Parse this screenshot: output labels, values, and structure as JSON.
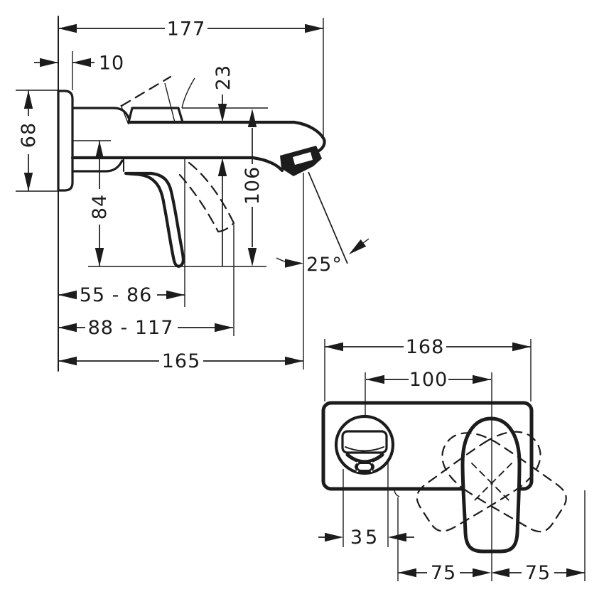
{
  "meta": {
    "ink": "#1c1c1c",
    "background": "#ffffff"
  },
  "side_view": {
    "dims": {
      "total_width": "177",
      "plate_thickness": "10",
      "spout_body_height": "23",
      "plate_height": "68",
      "handle_below_axis": "84",
      "outlet_drop": "106",
      "projection_inner": "55 - 86",
      "projection_outer": "88 - 117",
      "wall_to_outlet": "165",
      "spray_angle": "25°"
    }
  },
  "front_view": {
    "dims": {
      "plate_width": "168",
      "spout_to_handle_centers": "100",
      "outlet_width": "35",
      "swing_left": "75",
      "swing_right": "75"
    }
  }
}
